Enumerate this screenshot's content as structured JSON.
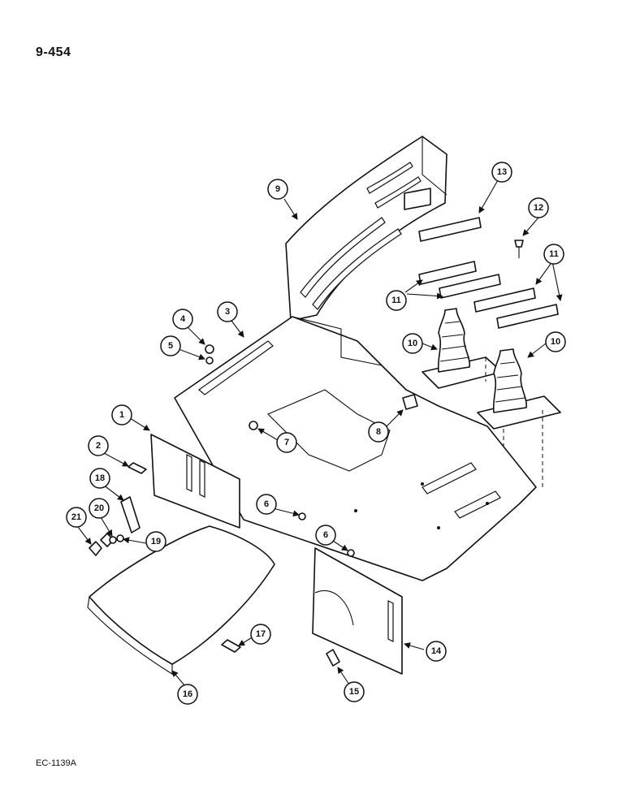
{
  "header": {
    "page_number": "9-454"
  },
  "footer": {
    "figure_code": "EC-1139A"
  },
  "callouts": [
    "1",
    "2",
    "3",
    "4",
    "5",
    "6",
    "6",
    "7",
    "8",
    "9",
    "10",
    "10",
    "11",
    "12",
    "13",
    "14",
    "15",
    "16",
    "17",
    "18",
    "19",
    "20",
    "21"
  ]
}
